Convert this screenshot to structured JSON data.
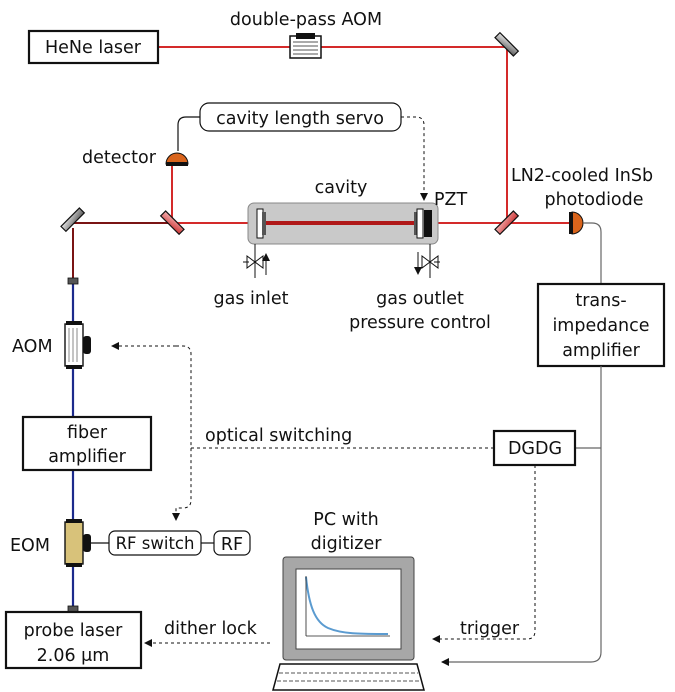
{
  "labels": {
    "hene_laser": "HeNe laser",
    "double_pass_aom": "double-pass AOM",
    "cavity_length_servo": "cavity length servo",
    "detector": "detector",
    "cavity": "cavity",
    "pzt": "PZT",
    "photodiode_line1": "LN2-cooled InSb",
    "photodiode_line2": "photodiode",
    "gas_inlet": "gas inlet",
    "gas_outlet": "gas outlet",
    "pressure_control": "pressure control",
    "tia_line1": "trans-",
    "tia_line2": "impedance",
    "tia_line3": "amplifier",
    "aom": "AOM",
    "fiber_amp_line1": "fiber",
    "fiber_amp_line2": "amplifier",
    "optical_switching": "optical switching",
    "dgdg": "DGDG",
    "eom": "EOM",
    "rf_switch": "RF switch",
    "rf": "RF",
    "pc_line1": "PC with",
    "pc_line2": "digitizer",
    "probe_laser_line1": "probe laser",
    "probe_laser_line2": "2.06 μm",
    "dither_lock": "dither lock",
    "trigger": "trigger"
  },
  "colors": {
    "beam_red": "#d42a2a",
    "fiber_blue": "#1c2a8c",
    "cavity_fill": "#c9c9c9",
    "detector_orange": "#d9641c",
    "eom_yellow": "#d8c27a",
    "monitor_gray": "#a7a7a7",
    "decay_curve": "#5b9bd0"
  }
}
